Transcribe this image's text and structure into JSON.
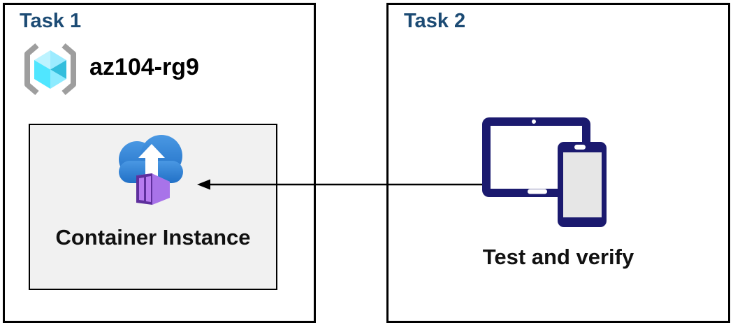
{
  "diagram": {
    "title_implicit": "Azure container instance deployment tasks",
    "task1": {
      "title": "Task 1",
      "resource_group_name": "az104-rg9",
      "container_label": "Container Instance"
    },
    "task2": {
      "title": "Task 2",
      "devices_label": "Test and verify"
    },
    "connector": {
      "type": "arrow",
      "direction": "right-to-left",
      "from": "devices-icon",
      "to": "container-instance-box"
    },
    "icons": {
      "resource_group": "resource-group-icon",
      "container_instance": "container-instance-icon",
      "devices": "tablet-phone-devices-icon"
    },
    "colors": {
      "heading_blue": "#1C4B74",
      "box_border": "#000000",
      "inner_box_bg": "#F1F1F1",
      "device_navy": "#1B1A6F",
      "cloud_blue_top": "#4A98E3",
      "cloud_blue_bottom": "#2170C6",
      "container_purple_front": "#5E2F9D",
      "container_purple_panel": "#B77BF0",
      "container_purple_side": "#A873E9",
      "container_purple_top": "#C79BF5",
      "cube_cyan_light": "#9CEBFF",
      "cube_cyan": "#50E6FF",
      "cube_teal": "#32BEDD",
      "bracket_gray": "#9E9E9E",
      "phone_screen_gray": "#E6E6E6"
    }
  }
}
